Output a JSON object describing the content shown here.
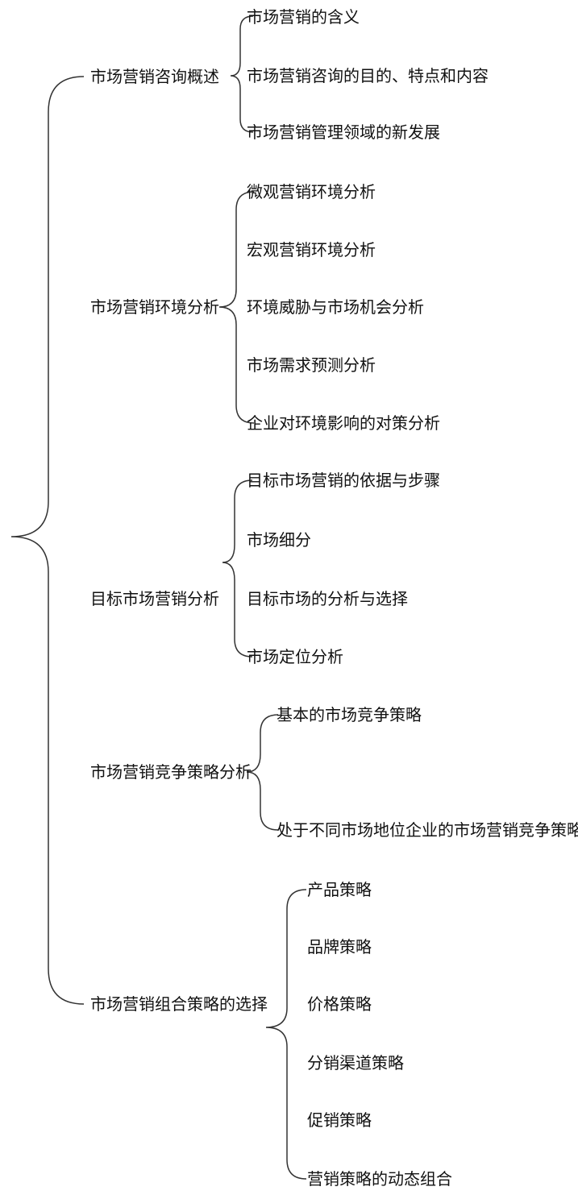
{
  "branches": [
    {
      "label": "市场营销咨询概述",
      "items": [
        "市场营销的含义",
        "市场营销咨询的目的、特点和内容",
        "市场营销管理领域的新发展"
      ]
    },
    {
      "label": "市场营销环境分析",
      "items": [
        "微观营销环境分析",
        "宏观营销环境分析",
        "环境威胁与市场机会分析",
        "市场需求预测分析",
        "企业对环境影响的对策分析"
      ]
    },
    {
      "label": "目标市场营销分析",
      "items": [
        "目标市场营销的依据与步骤",
        "市场细分",
        "目标市场的分析与选择",
        "市场定位分析"
      ]
    },
    {
      "label": "市场营销竞争策略分析",
      "items": [
        "基本的市场竞争策略",
        "处于不同市场地位企业的市场营销竞争策略"
      ]
    },
    {
      "label": "市场营销组合策略的选择",
      "items": [
        "产品策略",
        "品牌策略",
        "价格策略",
        "分销渠道策略",
        "促销策略",
        "营销策略的动态组合"
      ]
    }
  ]
}
